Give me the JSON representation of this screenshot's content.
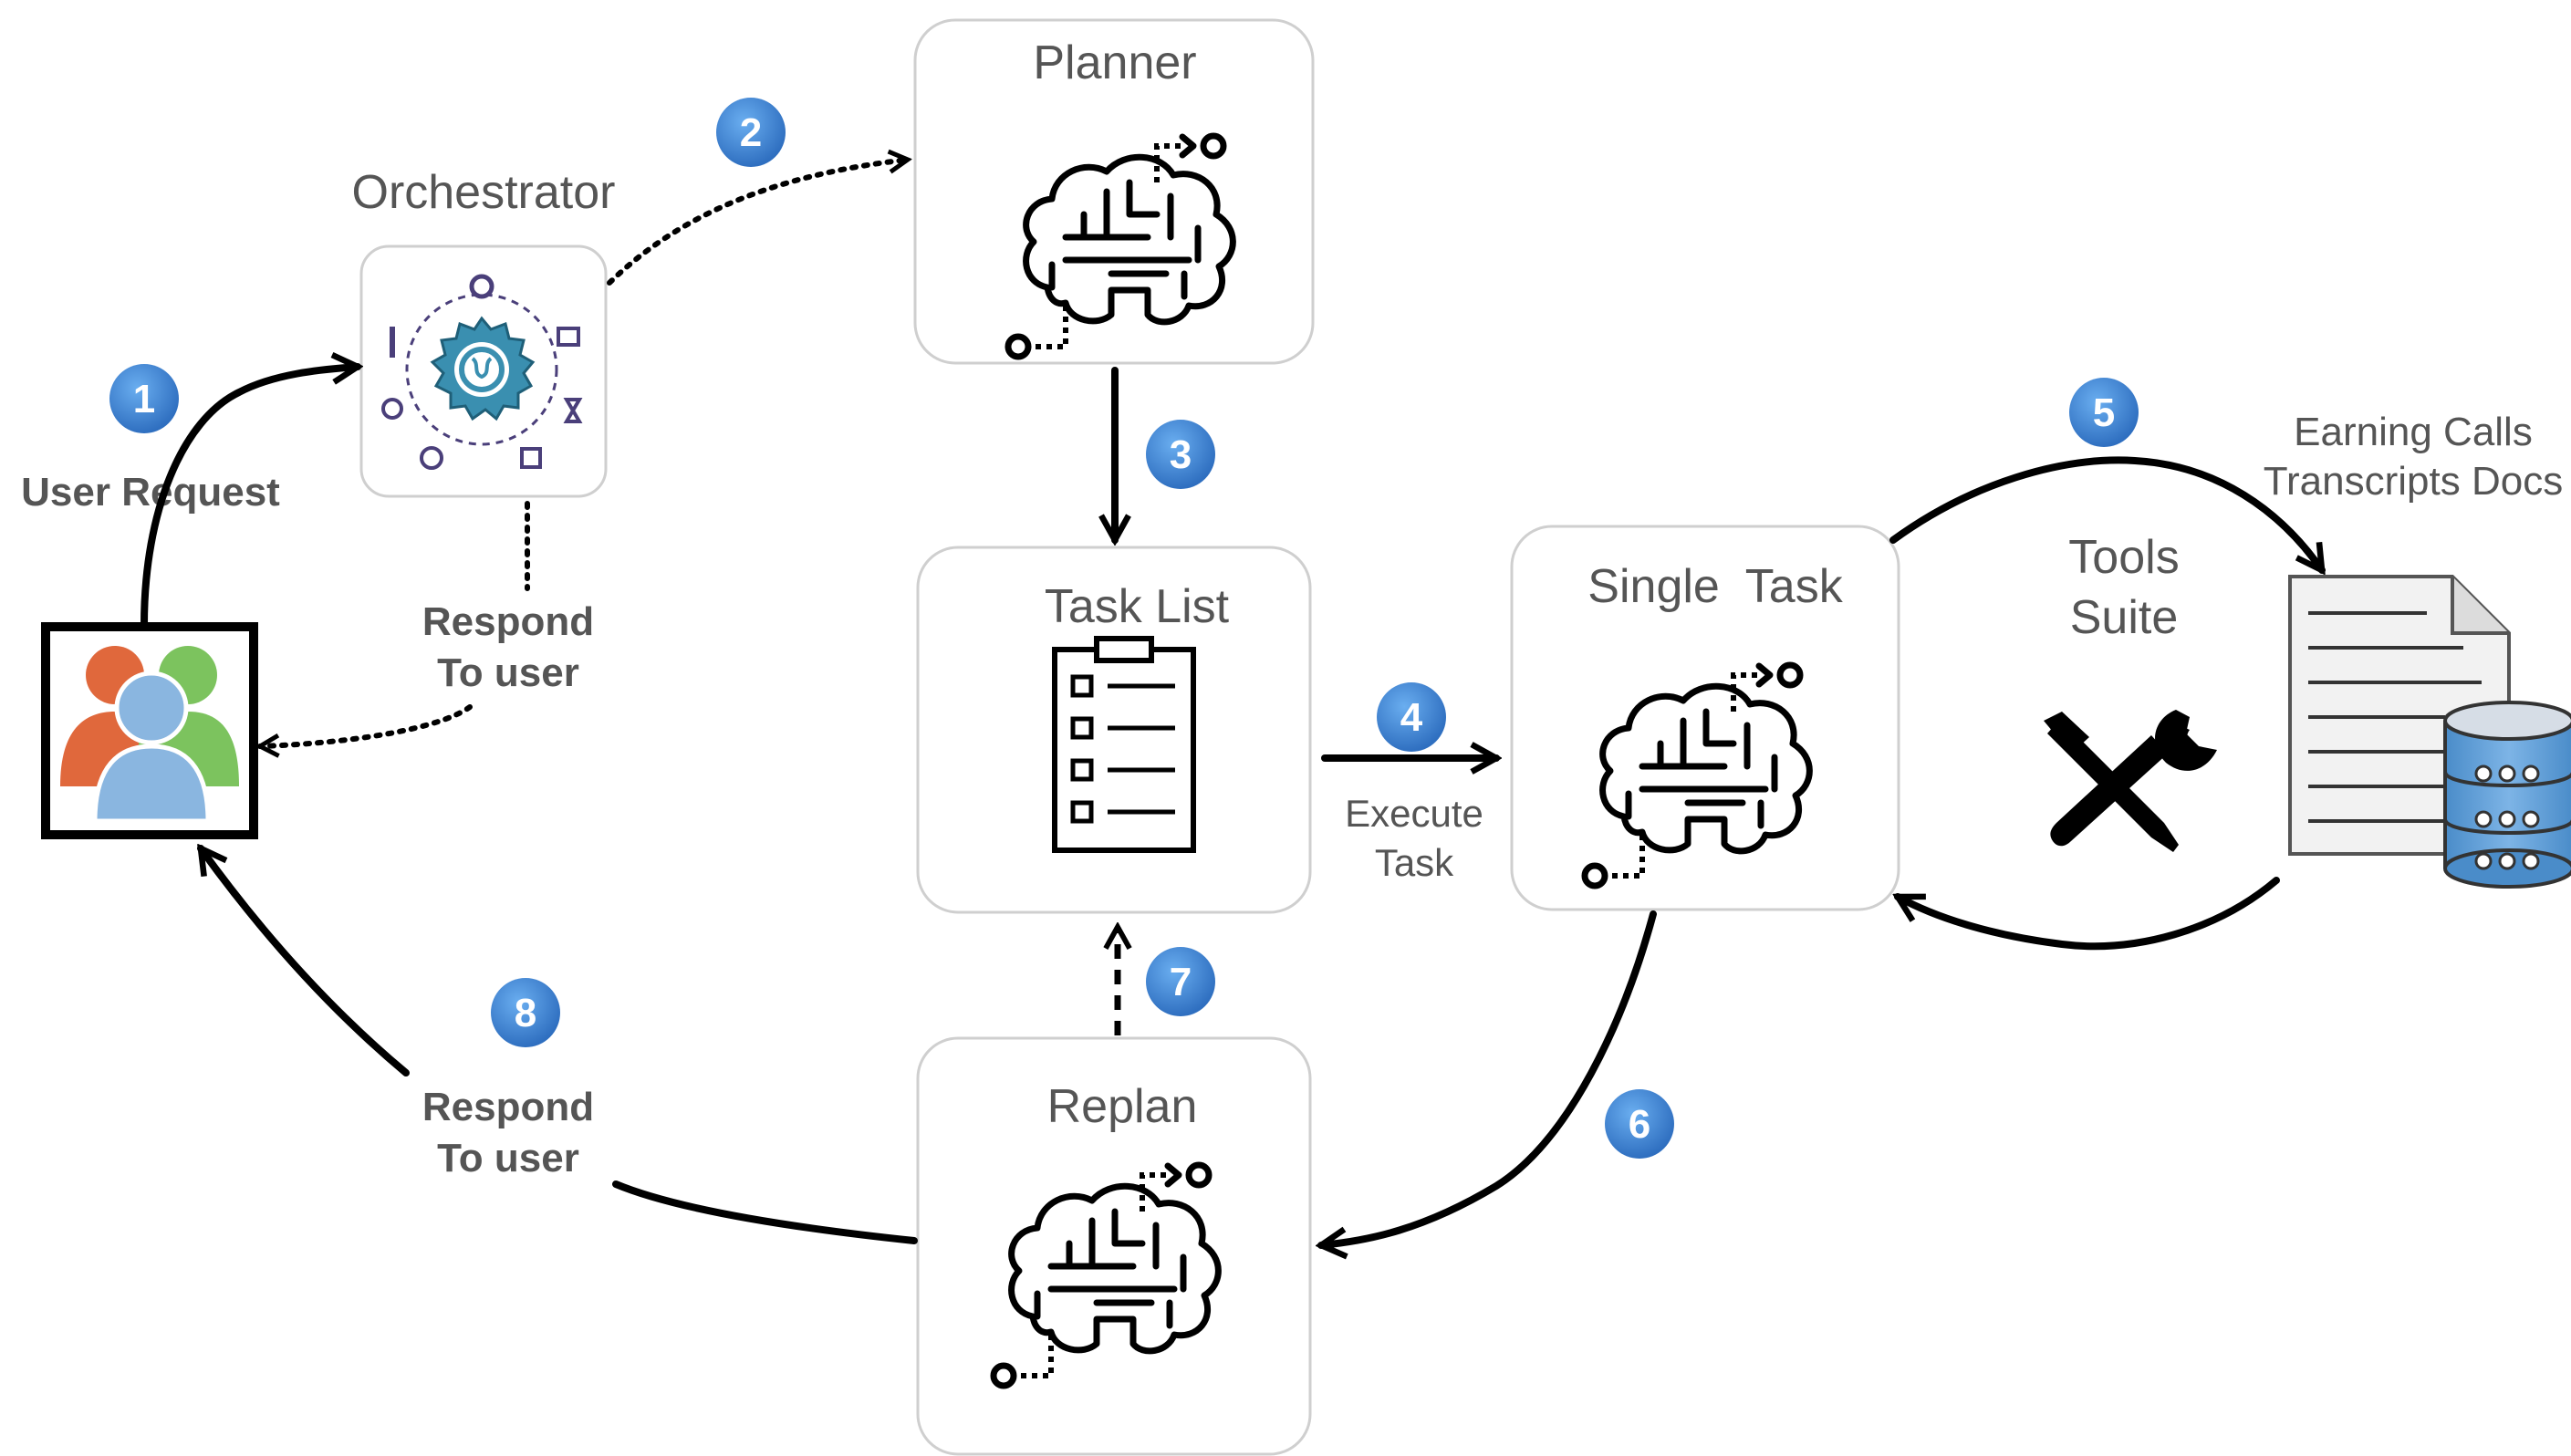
{
  "nodes": {
    "orchestrator": "Orchestrator",
    "planner": "Planner",
    "task_list": "Task List",
    "single_task": "Single  Task",
    "replan": "Replan",
    "tools_suite": [
      "Tools",
      "Suite"
    ],
    "earning_calls": [
      "Earning Calls",
      "Transcripts Docs"
    ]
  },
  "edge_labels": {
    "user_request": "User Request",
    "respond_top": [
      "Respond",
      "To user"
    ],
    "execute_task": [
      "Execute",
      "Task"
    ],
    "respond_bottom": [
      "Respond",
      "To user"
    ]
  },
  "steps": [
    "1",
    "2",
    "3",
    "4",
    "5",
    "6",
    "7",
    "8"
  ],
  "colors": {
    "badge": "#3d85d8",
    "user_orange": "#e0683c",
    "user_green": "#7cc35e",
    "user_blue": "#8ab6e0",
    "db_blue": "#5b9bd5",
    "orch_teal": "#3a8fb0",
    "orch_purple": "#4a3f7a"
  }
}
